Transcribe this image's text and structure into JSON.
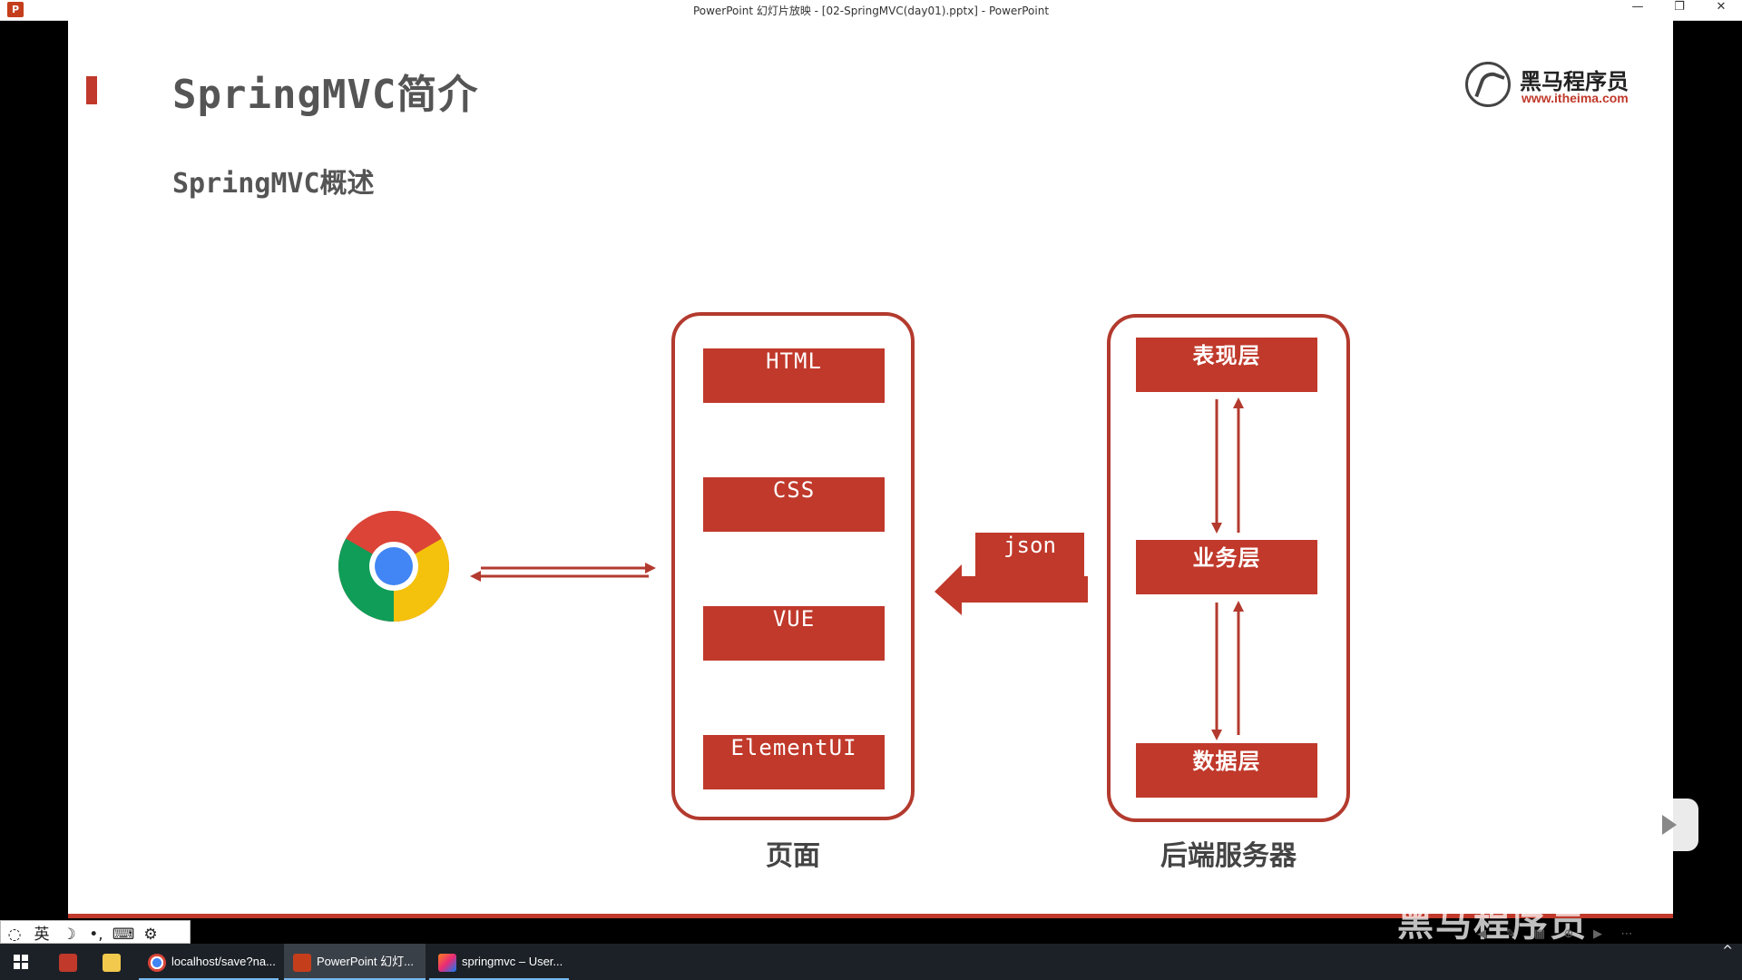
{
  "window": {
    "title": "PowerPoint 幻灯片放映 - [02-SpringMVC(day01).pptx] - PowerPoint",
    "app_icon_label": "P",
    "minimize_glyph": "—",
    "restore_glyph": "❐",
    "close_glyph": "✕"
  },
  "slide": {
    "title": "SpringMVC简介",
    "subtitle": "SpringMVC概述",
    "logo": {
      "name": "黑马程序员",
      "url": "www.itheima.com"
    },
    "page_group": {
      "items": [
        "HTML",
        "CSS",
        "VUE",
        "ElementUI"
      ],
      "caption": "页面"
    },
    "server_group": {
      "items": [
        "表现层",
        "业务层",
        "数据层"
      ],
      "caption": "后端服务器"
    },
    "json_label": "json",
    "watermark": "黑马程序员"
  },
  "colors": {
    "accent": "#c0392b",
    "frame": "#b33a2e",
    "title_text": "#555555",
    "taskbar": "#1c2127"
  },
  "ime_bar": {
    "items": [
      "◌",
      "英",
      "☽",
      "•,",
      "⌨",
      "⚙"
    ]
  },
  "ppt_toolbar": {
    "icons": [
      "prev-icon",
      "pen-icon",
      "slides-icon",
      "zoom-icon",
      "next-icon",
      "more-icon"
    ]
  },
  "taskbar": {
    "items": [
      {
        "label": "",
        "icon": "castle-app-icon"
      },
      {
        "label": "",
        "icon": "file-explorer-icon"
      },
      {
        "label": "localhost/save?na...",
        "icon": "chrome-icon"
      },
      {
        "label": "PowerPoint 幻灯...",
        "icon": "powerpoint-icon"
      },
      {
        "label": "springmvc – User...",
        "icon": "intellij-icon"
      }
    ],
    "tray_glyph": "^"
  }
}
